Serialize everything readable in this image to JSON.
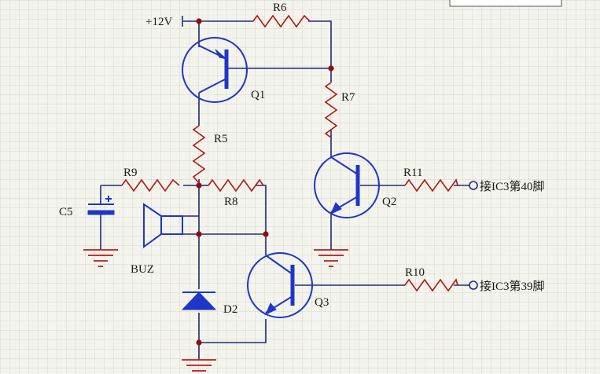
{
  "colors": {
    "background": "#f4f4ee",
    "grid": "#d7d7c7",
    "wire": "#222a7a",
    "resistor": "#b01818",
    "ground": "#c01818",
    "component": "#1f36c8",
    "junction": "#8a1010"
  },
  "labels": {
    "supply": "+12V",
    "R5": "R5",
    "R6": "R6",
    "R7": "R7",
    "R8": "R8",
    "R9": "R9",
    "R10": "R10",
    "R11": "R11",
    "C5": "C5",
    "BUZ": "BUZ",
    "D2": "D2",
    "Q1": "Q1",
    "Q2": "Q2",
    "Q3": "Q3",
    "port_top": "接IC3第40脚",
    "port_bottom": "接IC3第39脚"
  }
}
